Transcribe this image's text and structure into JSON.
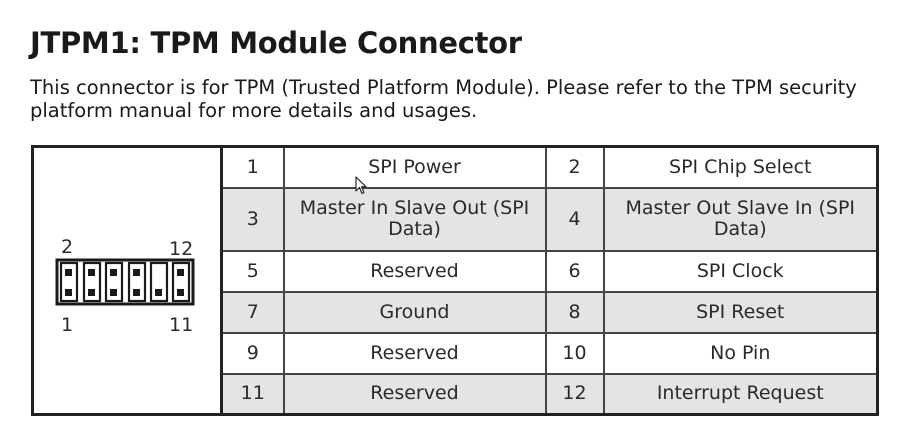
{
  "title": "JTPM1: TPM Module Connector",
  "description": "This connector is for TPM (Trusted Platform Module). Please refer to the TPM security platform manual for more details and usages.",
  "diagram": {
    "label_top_left": "2",
    "label_top_right": "12",
    "label_bottom_left": "1",
    "label_bottom_right": "11"
  },
  "pins": [
    {
      "pin_a": "1",
      "signal_a": "SPI Power",
      "pin_b": "2",
      "signal_b": "SPI Chip Select"
    },
    {
      "pin_a": "3",
      "signal_a": "Master In Slave Out (SPI Data)",
      "pin_b": "4",
      "signal_b": "Master Out Slave In (SPI Data)"
    },
    {
      "pin_a": "5",
      "signal_a": "Reserved",
      "pin_b": "6",
      "signal_b": "SPI Clock"
    },
    {
      "pin_a": "7",
      "signal_a": "Ground",
      "pin_b": "8",
      "signal_b": "SPI Reset"
    },
    {
      "pin_a": "9",
      "signal_a": "Reserved",
      "pin_b": "10",
      "signal_b": "No Pin"
    },
    {
      "pin_a": "11",
      "signal_a": "Reserved",
      "pin_b": "12",
      "signal_b": "Interrupt Request"
    }
  ]
}
